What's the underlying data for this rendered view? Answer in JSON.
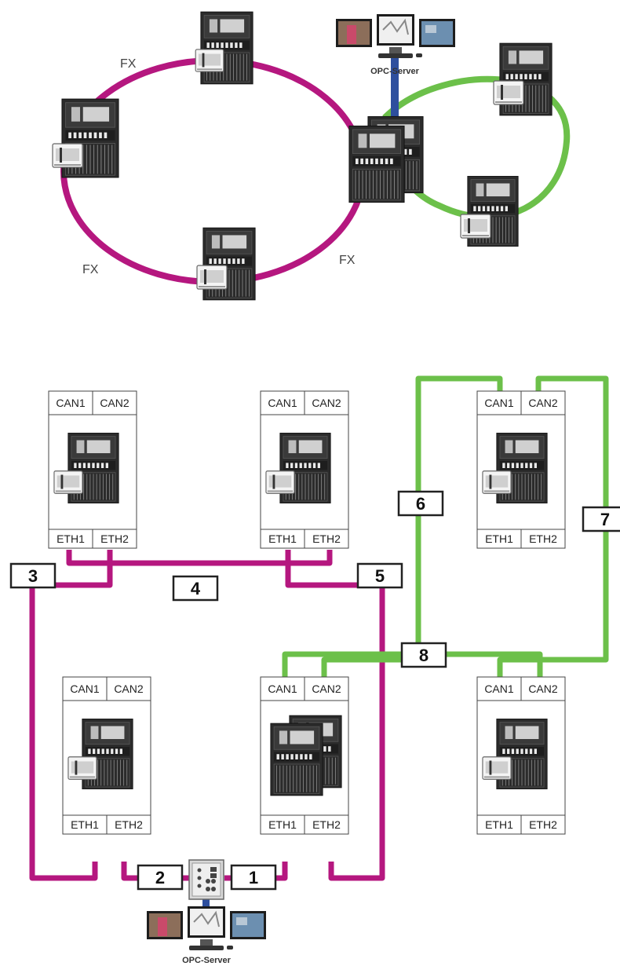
{
  "colors": {
    "magenta": "#B5177F",
    "green": "#6CC04A",
    "blue": "#2E4F9E",
    "panel_dark": "#2A2A2A",
    "frame": "#333333"
  },
  "top_diagram": {
    "ring_labels": [
      "FX",
      "FX",
      "FX"
    ],
    "server_label": "OPC-Server"
  },
  "bottom_diagram": {
    "port_labels": {
      "can1": "CAN1",
      "can2": "CAN2",
      "eth1": "ETH1",
      "eth2": "ETH2"
    },
    "link_numbers": [
      "1",
      "2",
      "3",
      "4",
      "5",
      "6",
      "7",
      "8"
    ],
    "server_label": "OPC-Server"
  }
}
